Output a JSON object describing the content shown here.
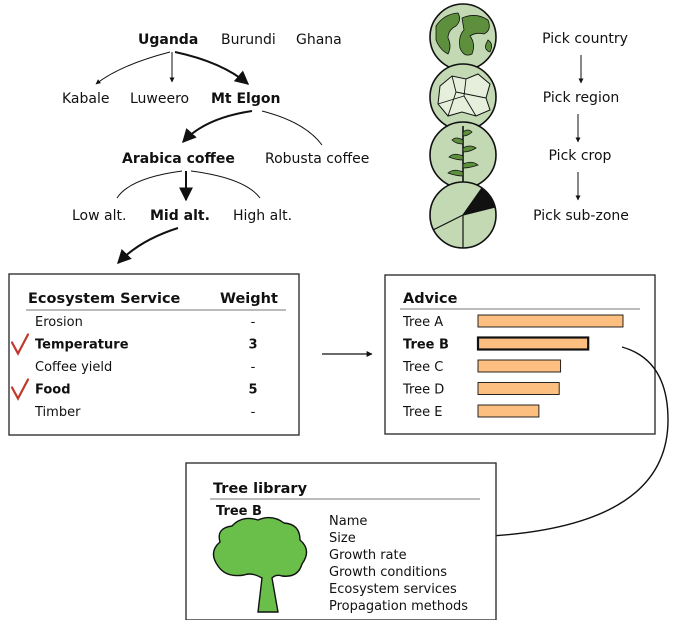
{
  "hierarchy": {
    "countries": [
      "Uganda",
      "Burundi",
      "Ghana"
    ],
    "regions": [
      "Kabale",
      "Luweero",
      "Mt Elgon"
    ],
    "crops": [
      "Arabica coffee",
      "Robusta coffee"
    ],
    "subzones": [
      "Low alt.",
      "Mid alt.",
      "High alt."
    ]
  },
  "steps": [
    "Pick country",
    "Pick region",
    "Pick crop",
    "Pick sub-zone"
  ],
  "ecosystem_panel": {
    "header_service": "Ecosystem Service",
    "header_weight": "Weight",
    "rows": [
      {
        "service": "Erosion",
        "weight": "-",
        "checked": false
      },
      {
        "service": "Temperature",
        "weight": "3",
        "checked": true
      },
      {
        "service": "Coffee yield",
        "weight": "-",
        "checked": false
      },
      {
        "service": "Food",
        "weight": "5",
        "checked": true
      },
      {
        "service": "Timber",
        "weight": "-",
        "checked": false
      }
    ]
  },
  "advice_panel": {
    "title": "Advice",
    "trees": [
      {
        "name": "Tree A",
        "score": 1.0,
        "selected": false
      },
      {
        "name": "Tree B",
        "score": 0.76,
        "selected": true
      },
      {
        "name": "Tree C",
        "score": 0.57,
        "selected": false
      },
      {
        "name": "Tree D",
        "score": 0.56,
        "selected": false
      },
      {
        "name": "Tree E",
        "score": 0.42,
        "selected": false
      }
    ],
    "bar_color": "#fdbf7f"
  },
  "library_panel": {
    "title": "Tree library",
    "tree_name": "Tree B",
    "fields": [
      "Name",
      "Size",
      "Growth rate",
      "Growth conditions",
      "Ecosystem services",
      "Propagation methods"
    ],
    "tree_color": "#6abf4b"
  },
  "icons": [
    "globe-icon",
    "region-map-icon",
    "crop-plant-icon",
    "pie-subzone-icon"
  ]
}
